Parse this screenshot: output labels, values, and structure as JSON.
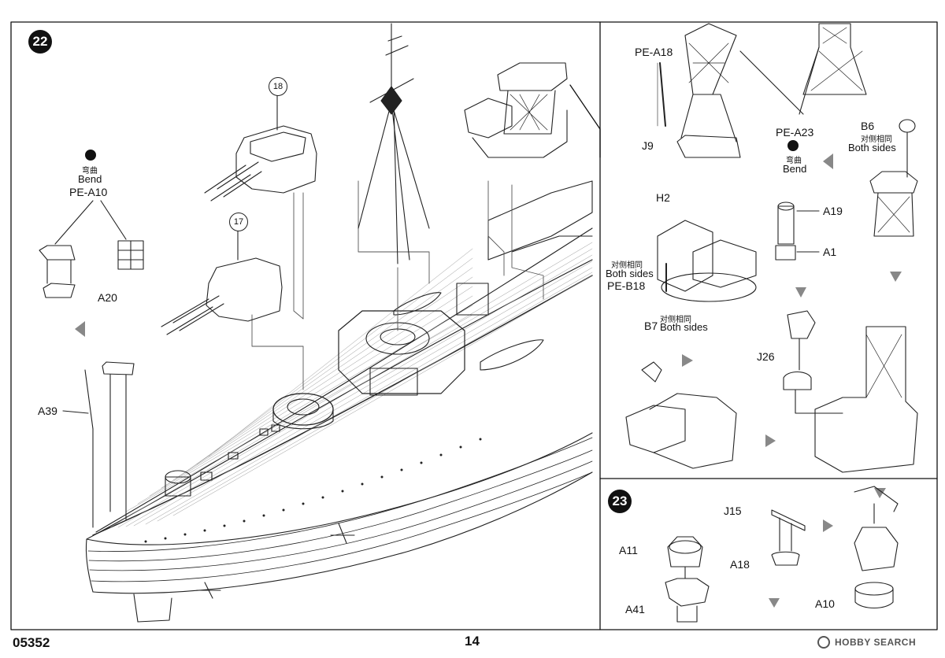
{
  "page_number": "14",
  "product_code": "05352",
  "watermark": "HOBBY SEARCH",
  "step22": {
    "number": "22",
    "turret_a": "18",
    "turret_b": "17",
    "bend_cn": "弯曲",
    "bend_en": "Bend",
    "parts": {
      "pe_a10": "PE-A10",
      "a20": "A20",
      "a39": "A39"
    }
  },
  "step22_inset": {
    "pe_a18": "PE-A18",
    "j9": "J9",
    "pe_a23": "PE-A23",
    "bend_cn": "弯曲",
    "bend_en": "Bend",
    "b6": "B6",
    "both_cn": "对侧相同",
    "both_en": "Both sides",
    "h2": "H2",
    "pe_b18": "PE-B18",
    "a19": "A19",
    "a1": "A1",
    "b7": "B7",
    "j26": "J26"
  },
  "step23": {
    "number": "23",
    "j15": "J15",
    "a11": "A11",
    "a18": "A18",
    "a41": "A41",
    "a10": "A10"
  }
}
